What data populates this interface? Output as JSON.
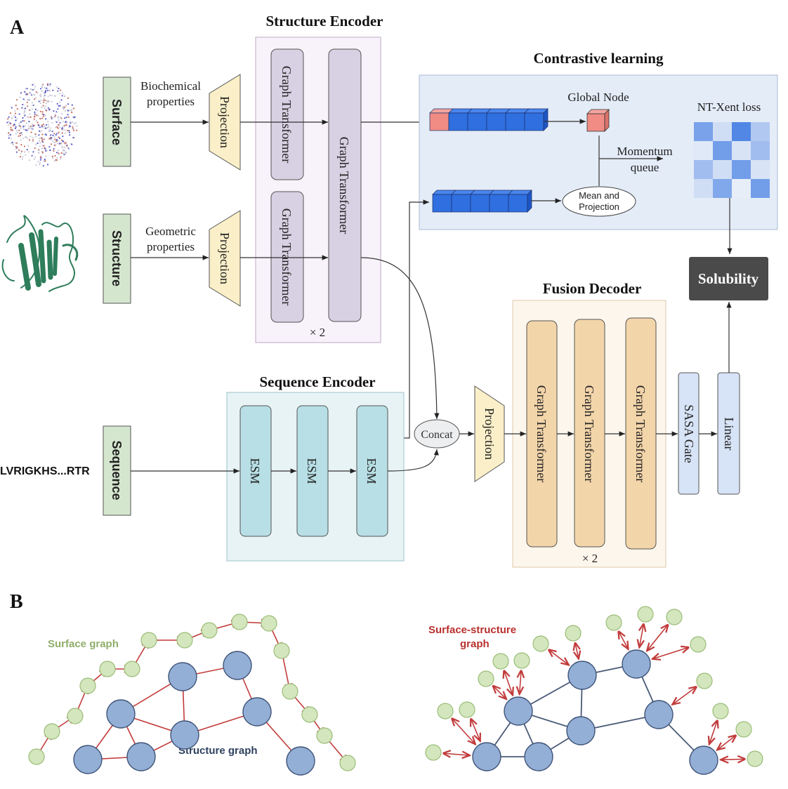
{
  "panels": {
    "a_label": "A",
    "b_label": "B"
  },
  "inputs": {
    "surface": {
      "label": "Surface",
      "edge_label_1": "Biochemical",
      "edge_label_2": "properties",
      "icon": "protein-surface-icon"
    },
    "structure": {
      "label": "Structure",
      "edge_label_1": "Geometric",
      "edge_label_2": "properties",
      "icon": "protein-ribbon-icon"
    },
    "sequence": {
      "label": "Sequence",
      "text": "LVRIGKHS...RTR"
    }
  },
  "structure_encoder": {
    "title": "Structure Encoder",
    "projection_label": "Projection",
    "block_label": "Graph Transformer",
    "repeat": "× 2"
  },
  "sequence_encoder": {
    "title": "Sequence Encoder",
    "blocks": [
      "ESM",
      "ESM",
      "ESM"
    ]
  },
  "contrastive": {
    "title": "Contrastive learning",
    "global_node": "Global Node",
    "momentum_1": "Momentum",
    "momentum_2": "queue",
    "mean_1": "Mean and",
    "mean_2": "Projection",
    "loss": "NT-Xent loss",
    "loss_matrix": [
      [
        0.7,
        0.15,
        0.95,
        0.35
      ],
      [
        0.05,
        0.75,
        0.1,
        0.45
      ],
      [
        0.45,
        0.15,
        0.75,
        0.1
      ],
      [
        0.15,
        0.65,
        0.0,
        0.75
      ]
    ],
    "colors": {
      "global": "#f08c84",
      "token": "#2f6fe0"
    }
  },
  "fusion_decoder": {
    "title": "Fusion Decoder",
    "concat": "Concat",
    "projection_label": "Projection",
    "blocks": [
      "Graph Transformer",
      "Graph Transformer",
      "Graph Transformer"
    ],
    "repeat": "× 2",
    "gate": "SASA Gate",
    "linear": "Linear"
  },
  "output": {
    "label": "Solubility"
  },
  "graphs": {
    "surface_graph_label": "Surface graph",
    "structure_graph_label": "Structure graph",
    "combined_label_1": "Surface-structure",
    "combined_label_2": "graph",
    "colors": {
      "surface": "#d3e6bd",
      "structure": "#93afd6",
      "edge": "#c23b3b"
    }
  }
}
